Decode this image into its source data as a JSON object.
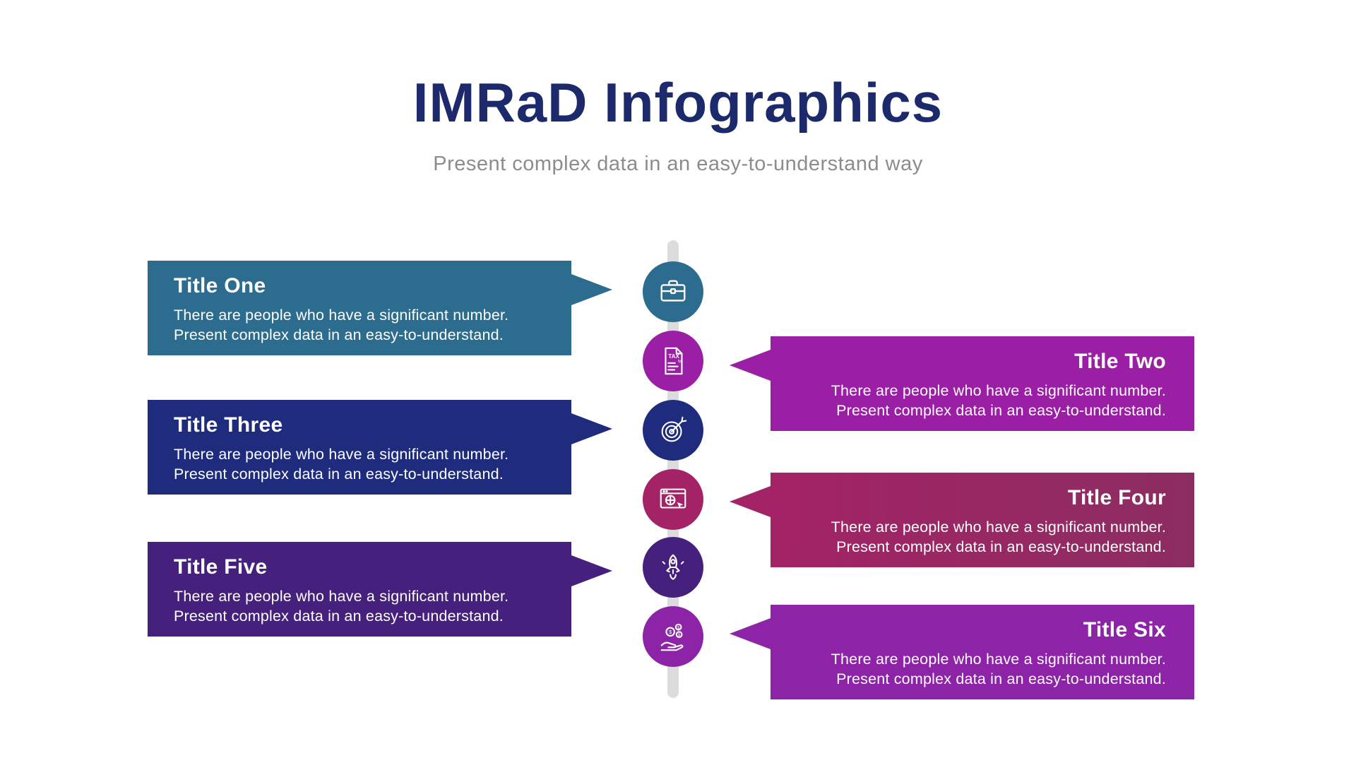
{
  "header": {
    "title": "IMRaD Infographics",
    "subtitle": "Present complex data in an easy-to-understand way"
  },
  "colors": {
    "title_text": "#1C2A6B",
    "subtitle_text": "#8C8C8C",
    "timeline": "#DCDCDC",
    "card_text": "#FFFFFF"
  },
  "icon_text": {
    "tax_label": "TAX",
    "percent": "%",
    "dollar": "$"
  },
  "cards": [
    {
      "title": "Title One",
      "body": "There are people who have a significant number.\nPresent complex data in an easy-to-understand.",
      "side": "left",
      "color": "#2B6C8F",
      "icon": "briefcase-icon"
    },
    {
      "title": "Title Two",
      "body": "There are people who have a significant number.\nPresent complex data in an easy-to-understand.",
      "side": "right",
      "color": "#9A1FA5",
      "icon": "tax-document-icon"
    },
    {
      "title": "Title Three",
      "body": "There are people who have a significant number.\nPresent complex data in an easy-to-understand.",
      "side": "left",
      "color": "#1F2C7D",
      "icon": "target-icon"
    },
    {
      "title": "Title Four",
      "body": "There are people who have a significant number.\nPresent complex data in an easy-to-understand.",
      "side": "right",
      "color": "#A32366",
      "color_end": "#8C2D62",
      "icon": "browser-icon"
    },
    {
      "title": "Title Five",
      "body": "There are people who have a significant number.\nPresent complex data in an easy-to-understand.",
      "side": "left",
      "color": "#45217D",
      "icon": "rocket-icon"
    },
    {
      "title": "Title Six",
      "body": "There are people who have a significant number.\nPresent complex data in an easy-to-understand.",
      "side": "right",
      "color": "#8D23A6",
      "icon": "money-hand-icon"
    }
  ]
}
